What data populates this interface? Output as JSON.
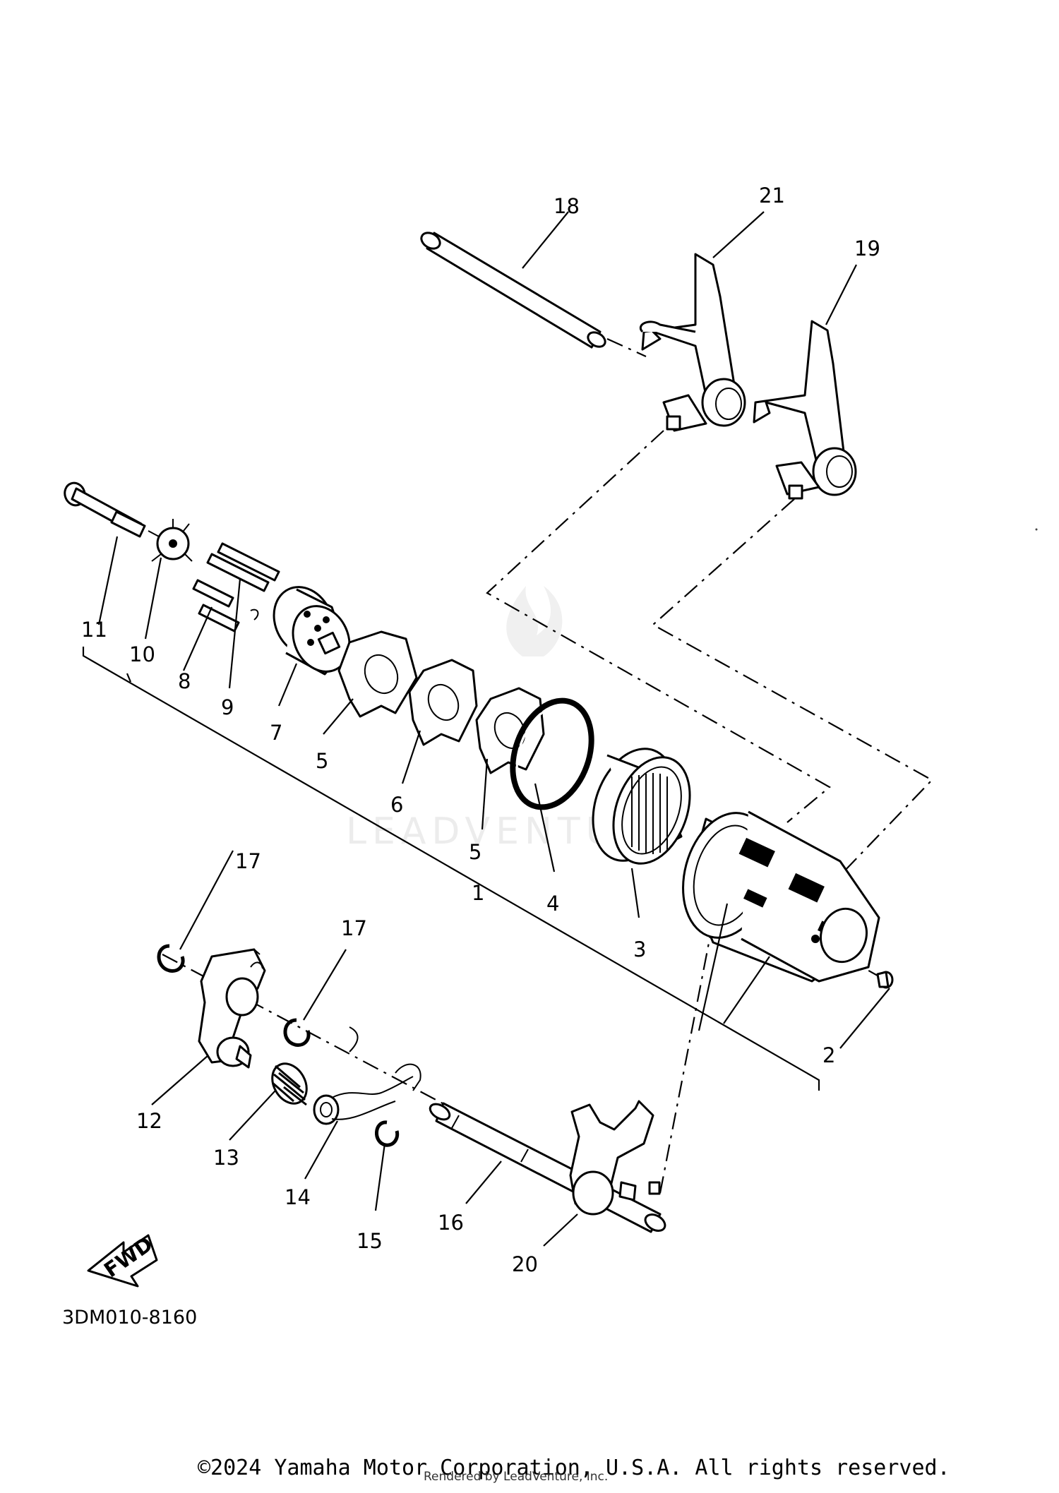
{
  "diagram": {
    "part_numbers": [
      "1",
      "2",
      "3",
      "4",
      "5",
      "5",
      "6",
      "7",
      "8",
      "9",
      "10",
      "11",
      "12",
      "13",
      "14",
      "15",
      "16",
      "17",
      "17",
      "18",
      "19",
      "20",
      "21"
    ],
    "drawing_code": "3DM010-8160",
    "fwd_label": "FWD",
    "watermark": "LEADVENTURE"
  },
  "footer": {
    "copyright": "©2024 Yamaha Motor Corporation, U.S.A. All rights reserved.",
    "rendered_by": "Rendered by LeadVenture, Inc."
  }
}
